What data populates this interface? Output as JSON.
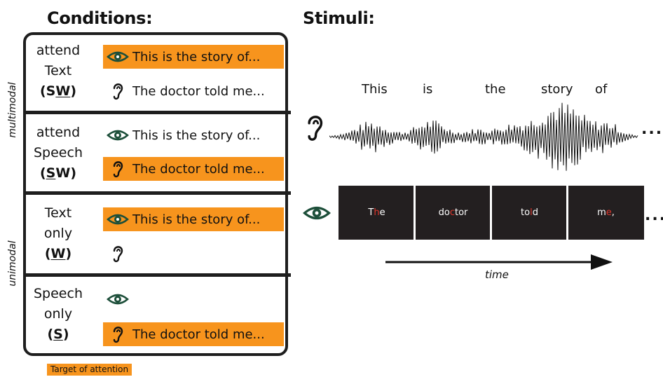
{
  "headings": {
    "conditions": "Conditions:",
    "stimuli": "Stimuli:"
  },
  "groups": {
    "multimodal": "multimodal",
    "unimodal": "unimodal"
  },
  "conditions": [
    {
      "line1": "attend",
      "line2": "Text",
      "code_open": "(S",
      "code_ul": "W",
      "code_close": ")",
      "rows": [
        {
          "icon": "eye-icon",
          "text": "This is the story of...",
          "highlighted": true
        },
        {
          "icon": "ear-icon",
          "text": "The doctor told me...",
          "highlighted": false
        }
      ]
    },
    {
      "line1": "attend",
      "line2": "Speech",
      "code_open": "(",
      "code_ul": "S",
      "code_close": "W)",
      "rows": [
        {
          "icon": "eye-icon",
          "text": "This is the story of...",
          "highlighted": false
        },
        {
          "icon": "ear-icon",
          "text": "The doctor told me...",
          "highlighted": true
        }
      ]
    },
    {
      "line1": "Text",
      "line2": "only",
      "code_open": "(",
      "code_ul": "W",
      "code_close": ")",
      "rows": [
        {
          "icon": "eye-icon",
          "text": "This is the story of...",
          "highlighted": true
        },
        {
          "icon": "ear-icon",
          "text": "",
          "highlighted": false
        }
      ]
    },
    {
      "line1": "Speech",
      "line2": "only",
      "code_open": "(",
      "code_ul": "S",
      "code_close": ")",
      "rows": [
        {
          "icon": "eye-icon",
          "text": "",
          "highlighted": false
        },
        {
          "icon": "ear-icon",
          "text": "The doctor told me...",
          "highlighted": true
        }
      ]
    }
  ],
  "legend": "Target of attention",
  "stimuli": {
    "speech_words": [
      "This",
      "is",
      "the",
      "story",
      "of"
    ],
    "text_frames": [
      {
        "pre": "T",
        "fix": "h",
        "post": "e"
      },
      {
        "pre": "do",
        "fix": "c",
        "post": "tor"
      },
      {
        "pre": "to",
        "fix": "l",
        "post": "d"
      },
      {
        "pre": "m",
        "fix": "e",
        "post": ","
      }
    ],
    "time_label": "time",
    "ellipsis": "..."
  },
  "colors": {
    "highlight": "#f7941d",
    "eye": "#1d4f3a",
    "frame": "#231f20",
    "fixation": "#e0362c"
  }
}
